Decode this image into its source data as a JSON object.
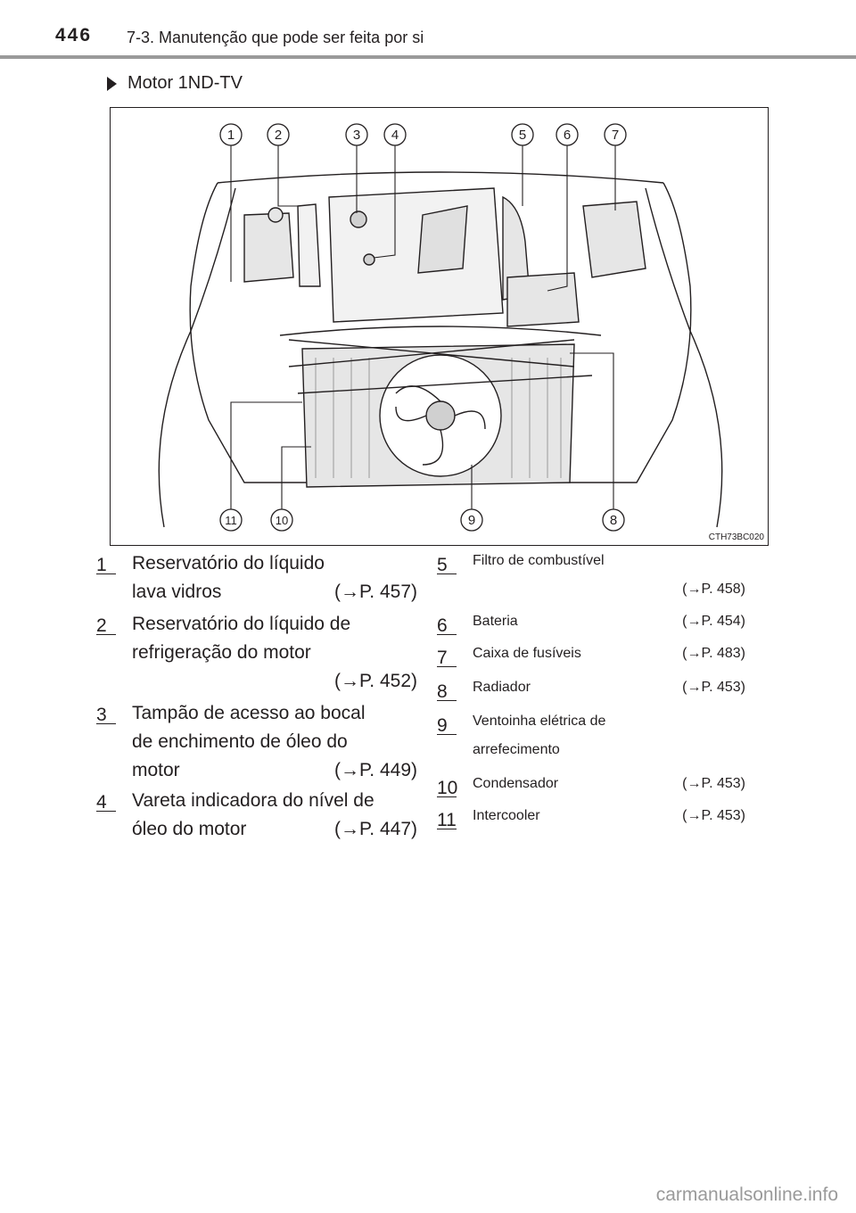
{
  "header": {
    "page_number": "446",
    "section_title": "7-3. Manutenção que pode ser feita por si"
  },
  "subheading": "Motor 1ND-TV",
  "figure": {
    "code": "CTH73BC020",
    "callouts_top": [
      "1",
      "2",
      "3",
      "4",
      "5",
      "6",
      "7"
    ],
    "callouts_bottom": [
      "11",
      "10",
      "9",
      "8"
    ]
  },
  "legend": {
    "left": [
      {
        "num": "1",
        "lines": [
          "Reservatório do líquido",
          "lava vidros"
        ],
        "ref": "(→P. 457)",
        "ref_line": 1
      },
      {
        "num": "2",
        "lines": [
          "Reservatório do líquido de",
          "refrigeração do motor",
          ""
        ],
        "ref": "(→P. 452)",
        "ref_line": 2
      },
      {
        "num": "3",
        "lines": [
          "Tampão de acesso ao bocal",
          "de enchimento de óleo do",
          "motor"
        ],
        "ref": "(→P. 449)",
        "ref_line": 2
      },
      {
        "num": "4",
        "lines": [
          "Vareta indicadora do nível de",
          "óleo do motor"
        ],
        "ref": "(→P. 447)",
        "ref_line": 1
      }
    ],
    "right": [
      {
        "num": "5",
        "lines": [
          "Filtro de combustível",
          ""
        ],
        "ref": "(→P. 458)",
        "ref_line": 1
      },
      {
        "num": "6",
        "lines": [
          "Bateria"
        ],
        "ref": "(→P. 454)",
        "ref_line": 0
      },
      {
        "num": "7",
        "lines": [
          "Caixa de fusíveis"
        ],
        "ref": "(→P. 483)",
        "ref_line": 0
      },
      {
        "num": "8",
        "lines": [
          "Radiador"
        ],
        "ref": "(→P. 453)",
        "ref_line": 0
      },
      {
        "num": "9",
        "lines": [
          "Ventoinha elétrica de",
          "arrefecimento"
        ],
        "ref": "",
        "ref_line": 0
      },
      {
        "num": "10",
        "lines": [
          "Condensador"
        ],
        "ref": "(→P. 453)",
        "ref_line": 0
      },
      {
        "num": "11",
        "lines": [
          "Intercooler"
        ],
        "ref": "(→P. 453)",
        "ref_line": 0
      }
    ]
  },
  "watermark": "carmanualsonline.info"
}
